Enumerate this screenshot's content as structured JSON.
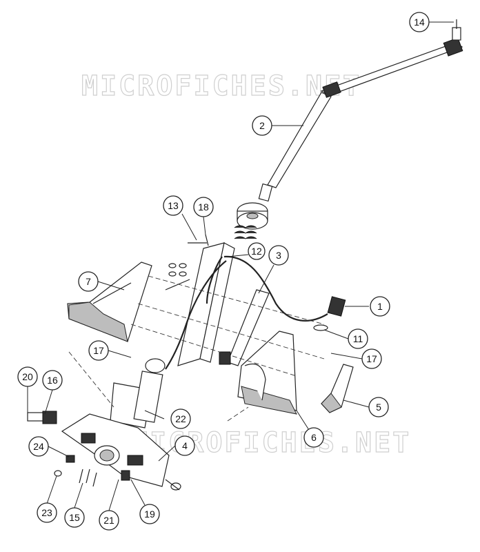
{
  "watermark": {
    "text_top": "MICROFICHES.NET",
    "text_bottom": "MICROFICHES.NET"
  },
  "callouts": [
    {
      "id": "c1",
      "label": "1"
    },
    {
      "id": "c2",
      "label": "2"
    },
    {
      "id": "c3",
      "label": "3"
    },
    {
      "id": "c4",
      "label": "4"
    },
    {
      "id": "c5",
      "label": "5"
    },
    {
      "id": "c6",
      "label": "6"
    },
    {
      "id": "c7",
      "label": "7"
    },
    {
      "id": "c11",
      "label": "11"
    },
    {
      "id": "c12",
      "label": "12"
    },
    {
      "id": "c13",
      "label": "13"
    },
    {
      "id": "c14",
      "label": "14"
    },
    {
      "id": "c15",
      "label": "15"
    },
    {
      "id": "c16",
      "label": "16"
    },
    {
      "id": "c17a",
      "label": "17"
    },
    {
      "id": "c17b",
      "label": "17"
    },
    {
      "id": "c18",
      "label": "18"
    },
    {
      "id": "c19",
      "label": "19"
    },
    {
      "id": "c20",
      "label": "20"
    },
    {
      "id": "c21",
      "label": "21"
    },
    {
      "id": "c22",
      "label": "22"
    },
    {
      "id": "c23",
      "label": "23"
    },
    {
      "id": "c24",
      "label": "24"
    }
  ]
}
